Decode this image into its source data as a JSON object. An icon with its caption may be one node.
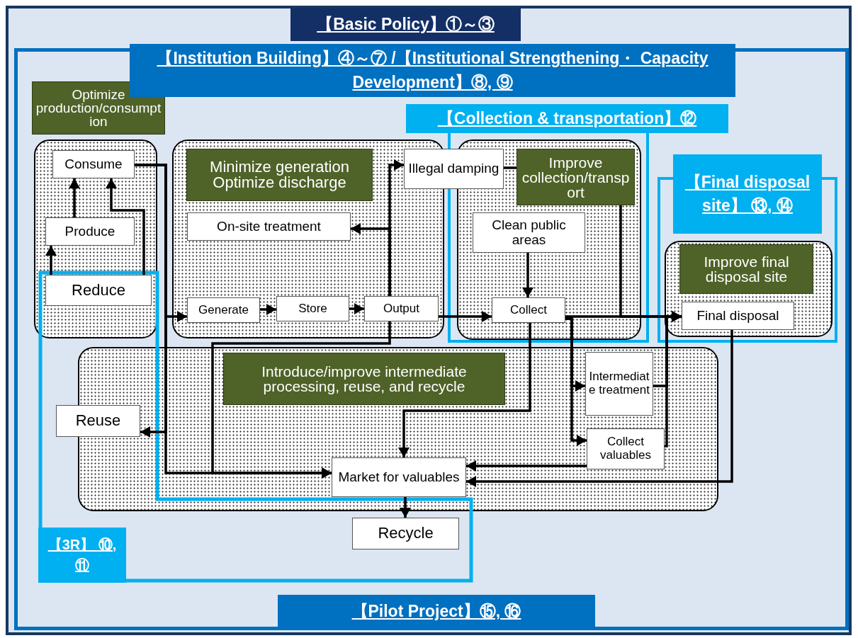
{
  "diagram": {
    "nodes": [
      {
        "text": [
          "【Basic Policy】①～③"
        ]
      },
      {
        "text": [
          "【Institution Building】④～⑦ /【Institutional Strengthening・ Capacity Development】⑧, ⑨",
          "【Pilot Project】⑮, ⑯"
        ],
        "in": 0
      },
      {
        "text": [
          "【Collection & transportation】⑫"
        ],
        "in": 1
      },
      {
        "text": [
          "【Final disposal site】 ⑬, ⑭"
        ],
        "in": 1
      },
      {
        "text": [
          "【3R】 ⑩, ⑪"
        ],
        "in": 1
      },
      {
        "text": [],
        "shape": "box",
        "in": 1
      },
      {
        "text": [],
        "shape": "box",
        "in": 1
      },
      {
        "text": [],
        "shape": "box",
        "in": 2
      },
      {
        "text": [],
        "shape": "box",
        "in": 3
      },
      {
        "text": [],
        "shape": "box",
        "in": 1
      },
      {
        "text": [
          "Optimize production/consumption"
        ],
        "in": 1
      },
      {
        "text": [
          "Minimize generation Optimize discharge"
        ],
        "in": 6
      },
      {
        "text": [
          "Improve collection/transport"
        ],
        "in": 7
      },
      {
        "text": [
          "Improve final disposal site"
        ],
        "in": 8
      },
      {
        "text": [
          "Introduce/improve intermediate processing, reuse, and recycle"
        ],
        "in": 9
      },
      {
        "text": [
          "Consume"
        ],
        "in": 5
      },
      {
        "text": [
          "Produce"
        ],
        "in": 5
      },
      {
        "text": [
          "Reduce"
        ]
      },
      {
        "text": [
          "Generate"
        ],
        "in": 6
      },
      {
        "text": [
          "Store"
        ],
        "in": 6
      },
      {
        "text": [
          "Output"
        ],
        "in": 6
      },
      {
        "text": [
          "On-site treatment"
        ],
        "in": 6
      },
      {
        "text": [
          "Illegal damping"
        ],
        "in": 1
      },
      {
        "text": [
          "Clean public areas"
        ],
        "in": 7
      },
      {
        "text": [
          "Collect"
        ],
        "in": 7
      },
      {
        "text": [
          "Final disposal"
        ],
        "in": 8
      },
      {
        "text": [
          "Reuse"
        ],
        "in": 4
      },
      {
        "text": [
          "Market for valuables"
        ],
        "in": 9
      },
      {
        "text": [
          "Intermediate treatment"
        ],
        "in": 9
      },
      {
        "text": [
          "Collect valuables"
        ],
        "in": 9
      },
      {
        "text": [
          "Recycle"
        ],
        "in": 4
      }
    ],
    "edges": [
      {
        "from": 17,
        "to": 16,
        "arrow": "to"
      },
      {
        "from": 16,
        "to": 15,
        "arrow": "to"
      },
      {
        "from": 17,
        "to": 15,
        "arrow": "to"
      },
      {
        "from": 15,
        "to": 18,
        "arrow": "to"
      },
      {
        "from": 15,
        "to": 26,
        "arrow": "to"
      },
      {
        "from": 15,
        "to": 27,
        "arrow": "to"
      },
      {
        "from": 18,
        "to": 19,
        "arrow": "to"
      },
      {
        "from": 19,
        "to": 20,
        "arrow": "to"
      },
      {
        "from": 20,
        "to": 24,
        "arrow": "to"
      },
      {
        "from": 20,
        "to": 22,
        "arrow": "to"
      },
      {
        "from": 20,
        "to": 21,
        "arrow": "to"
      },
      {
        "from": 20,
        "to": 27,
        "arrow": "to"
      },
      {
        "from": 22,
        "to": 12,
        "arrow": "none"
      },
      {
        "from": 12,
        "to": 25,
        "arrow": "to"
      },
      {
        "from": 23,
        "to": 24,
        "arrow": "to"
      },
      {
        "from": 24,
        "to": 25,
        "arrow": "to"
      },
      {
        "from": 24,
        "to": 27,
        "arrow": "to"
      },
      {
        "from": 24,
        "to": 28,
        "arrow": "to"
      },
      {
        "from": 24,
        "to": 29,
        "arrow": "to"
      },
      {
        "from": 28,
        "to": 25,
        "arrow": "to"
      },
      {
        "from": 29,
        "to": 25,
        "arrow": "to"
      },
      {
        "from": 29,
        "to": 27,
        "arrow": "to"
      },
      {
        "from": 25,
        "to": 27,
        "arrow": "to"
      },
      {
        "from": 27,
        "to": 30,
        "arrow": "to"
      }
    ]
  }
}
